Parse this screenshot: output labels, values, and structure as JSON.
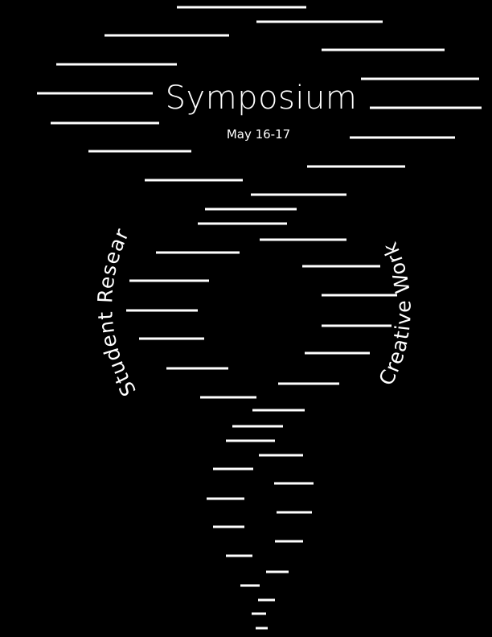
{
  "poster": {
    "title": "Symposium",
    "date": "May 16-17",
    "left_arc_text": "Student Research",
    "right_arc_text": "Creative Works",
    "colors": {
      "background": "#000000",
      "foreground": "#ffffff"
    }
  }
}
